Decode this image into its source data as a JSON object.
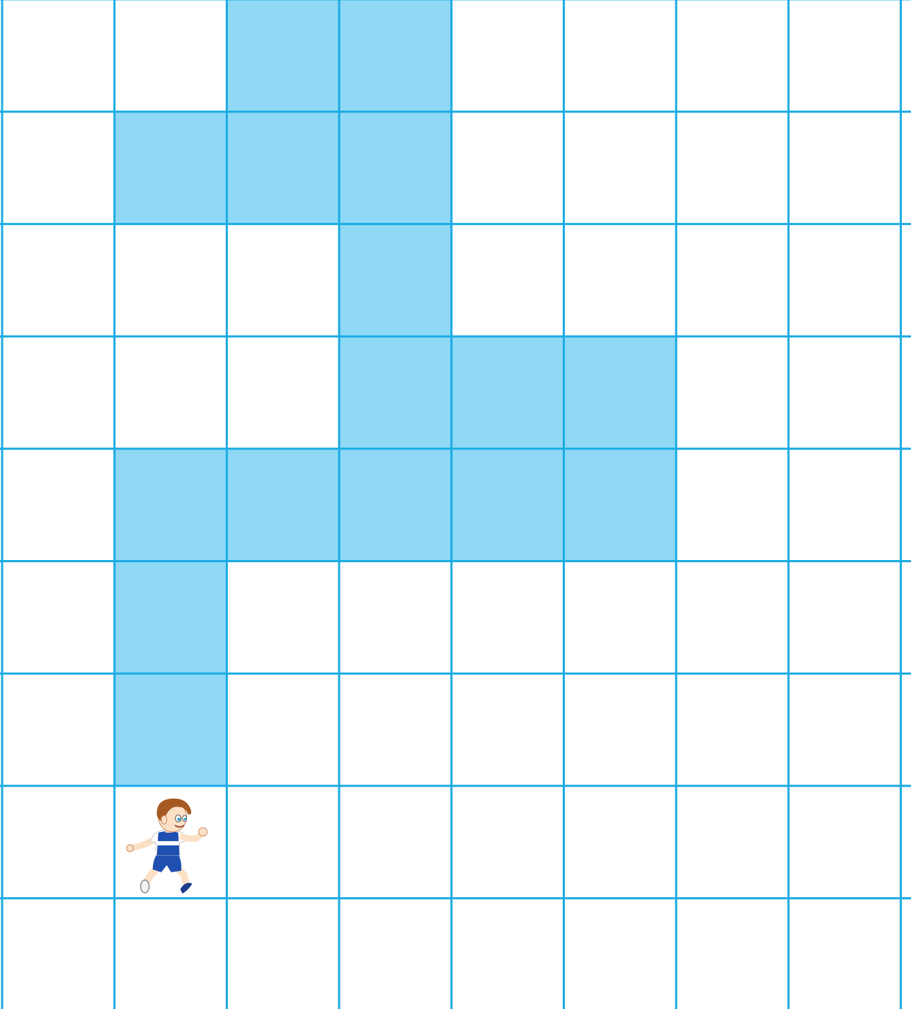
{
  "grid": {
    "columns": 8,
    "rows": 9,
    "line_color": "#1AABE2",
    "fill_color": "#8FD9F6",
    "background_color": "#FFFFFF",
    "path_cells": [
      [
        0,
        2
      ],
      [
        0,
        3
      ],
      [
        1,
        1
      ],
      [
        1,
        2
      ],
      [
        1,
        3
      ],
      [
        2,
        3
      ],
      [
        3,
        3
      ],
      [
        3,
        4
      ],
      [
        3,
        5
      ],
      [
        4,
        1
      ],
      [
        4,
        2
      ],
      [
        4,
        3
      ],
      [
        4,
        4
      ],
      [
        4,
        5
      ],
      [
        5,
        1
      ],
      [
        6,
        1
      ]
    ]
  },
  "character": {
    "icon": "running-boy-icon",
    "row": 7,
    "col": 1,
    "colors": {
      "hair": "#A65A22",
      "skin": "#FBE0C6",
      "shirt": "#FFFFFF",
      "uniform": "#1F4FB0",
      "stripe": "#FFFFFF",
      "shoe": "#1E3A8A"
    }
  }
}
